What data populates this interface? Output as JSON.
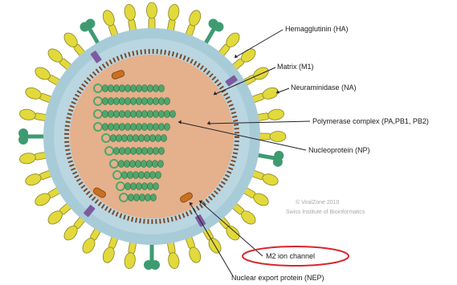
{
  "labels": {
    "ha": "Hemagglutinin (HA)",
    "m1": "Matrix (M1)",
    "na": "Neuraminidase (NA)",
    "poly": "Polymerase complex (PA,PB1, PB2)",
    "np": "Nucleoprotein (NP)",
    "m2": "M2 ion channel",
    "nep": "Nuclear export protein (NEP)"
  },
  "credit": {
    "line1": "© ViralZone 2010",
    "line2": "Swiss Institute of Bioinformatics"
  },
  "colors": {
    "ha_spike": "#e2d93c",
    "ha_outline": "#8a8320",
    "na_spike": "#3e9b71",
    "envelope": "#a8cbd8",
    "matrix_ring": "#7a4a2a",
    "interior": "#e5b08c",
    "rnp": "#4fa66b",
    "m2": "#7d5aa0",
    "nep": "#c9711f",
    "highlight_ellipse": "#d9262b"
  }
}
